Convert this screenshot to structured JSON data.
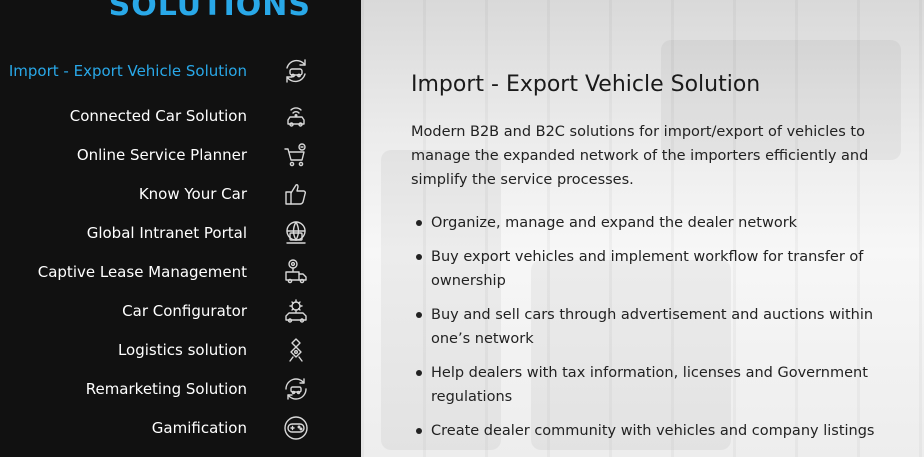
{
  "sidebar": {
    "title": "SOLUTIONS",
    "items": [
      {
        "label": "Import - Export Vehicle Solution",
        "icon": "car-exchange-icon",
        "active": true
      },
      {
        "label": "Connected Car Solution",
        "icon": "connected-car-icon",
        "active": false
      },
      {
        "label": "Online Service Planner",
        "icon": "service-cart-icon",
        "active": false
      },
      {
        "label": "Know Your Car",
        "icon": "thumbs-up-icon",
        "active": false
      },
      {
        "label": "Global Intranet Portal",
        "icon": "globe-laptop-icon",
        "active": false
      },
      {
        "label": "Captive Lease Management",
        "icon": "lease-truck-icon",
        "active": false
      },
      {
        "label": "Car Configurator",
        "icon": "car-gear-icon",
        "active": false
      },
      {
        "label": "Logistics solution",
        "icon": "logistics-route-icon",
        "active": false
      },
      {
        "label": "Remarketing Solution",
        "icon": "car-recycle-icon",
        "active": false
      },
      {
        "label": "Gamification",
        "icon": "gamepad-icon",
        "active": false
      }
    ]
  },
  "content": {
    "title": "Import - Export Vehicle Solution",
    "description": "Modern B2B and B2C solutions for import/export of vehicles to manage the expanded network of the importers efficiently and simplify the service processes.",
    "bullets": [
      "Organize, manage and expand the dealer network",
      "Buy export vehicles and implement workflow for transfer of ownership",
      "Buy and sell cars through advertisement and auctions within one’s network",
      "Help dealers with tax information, licenses and Government regulations",
      "Create dealer community with vehicles and company listings"
    ]
  },
  "colors": {
    "accent": "#29a8e8",
    "sidebar_bg": "#111111",
    "sidebar_text": "#ffffff",
    "content_text": "#222222"
  }
}
